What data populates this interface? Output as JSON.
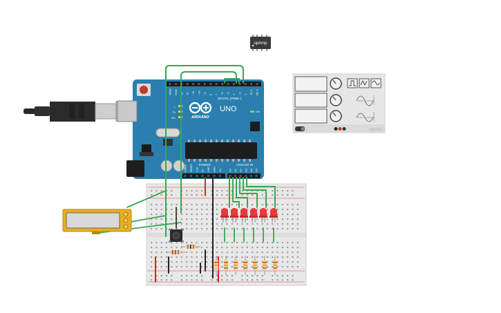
{
  "opamp": {
    "label": "opAmp"
  },
  "arduino": {
    "brand": "UNO",
    "logo_text": "ARDUINO",
    "digital_header": "DIGITAL (PWM~)",
    "power_header": "POWER",
    "analog_header": "ANALOG IN",
    "pins_digital": [
      "AREF",
      "GND",
      "13",
      "12",
      "~11",
      "~10",
      "~9",
      "8",
      "7",
      "~6",
      "~5",
      "4",
      "~3",
      "2",
      "TX 1",
      "RX 0"
    ],
    "pins_power": [
      "IOREF",
      "RESET",
      "3.3V",
      "5V",
      "GND",
      "GND",
      "Vin"
    ],
    "pins_analog": [
      "A0",
      "A1",
      "A2",
      "A3",
      "A4",
      "A5"
    ],
    "on_label": "ON",
    "tx_label": "TX",
    "rx_label": "RX",
    "l_label": "L"
  },
  "function_generator": {
    "brand": "Gen.Fnc",
    "waveforms": [
      "square",
      "triangle",
      "sine"
    ]
  },
  "lcd": {
    "kind": "16x2 LCD"
  },
  "colors": {
    "arduino_board": "#2a7fae",
    "breadboard": "#e8e8e8",
    "wire_green": "#34a853",
    "wire_red": "#e02020",
    "wire_black": "#222222",
    "led_red": "#e63b3b",
    "lcd_frame": "#e8b020"
  }
}
